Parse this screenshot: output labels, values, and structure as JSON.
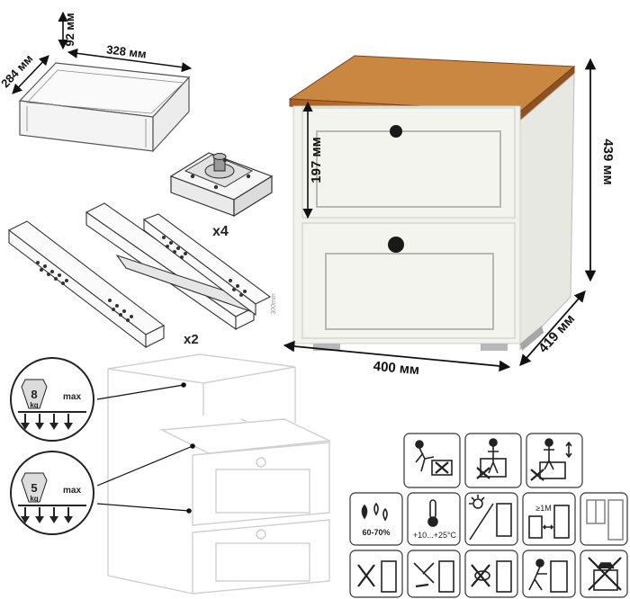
{
  "dimensions": {
    "drawer_height": "92 мм",
    "drawer_width": "328 мм",
    "drawer_depth": "284 мм",
    "front_height": "197 мм",
    "total_height": "439 мм",
    "total_width": "400 мм",
    "total_depth": "419 мм"
  },
  "parts": {
    "feet_qty": "x4",
    "slides_qty": "x2",
    "slide_length": "300mm"
  },
  "loads": {
    "top": {
      "value": "8",
      "unit": "kg",
      "label": "max"
    },
    "drawer": {
      "value": "5",
      "unit": "kg",
      "label": "max"
    }
  },
  "care_icons": {
    "humidity": "60-70%",
    "temperature": "+10...+25°C",
    "distance": "≥1M"
  },
  "colors": {
    "wood": "#b26a2c",
    "body": "#f2f2ec",
    "knob": "#1a1a1a"
  }
}
